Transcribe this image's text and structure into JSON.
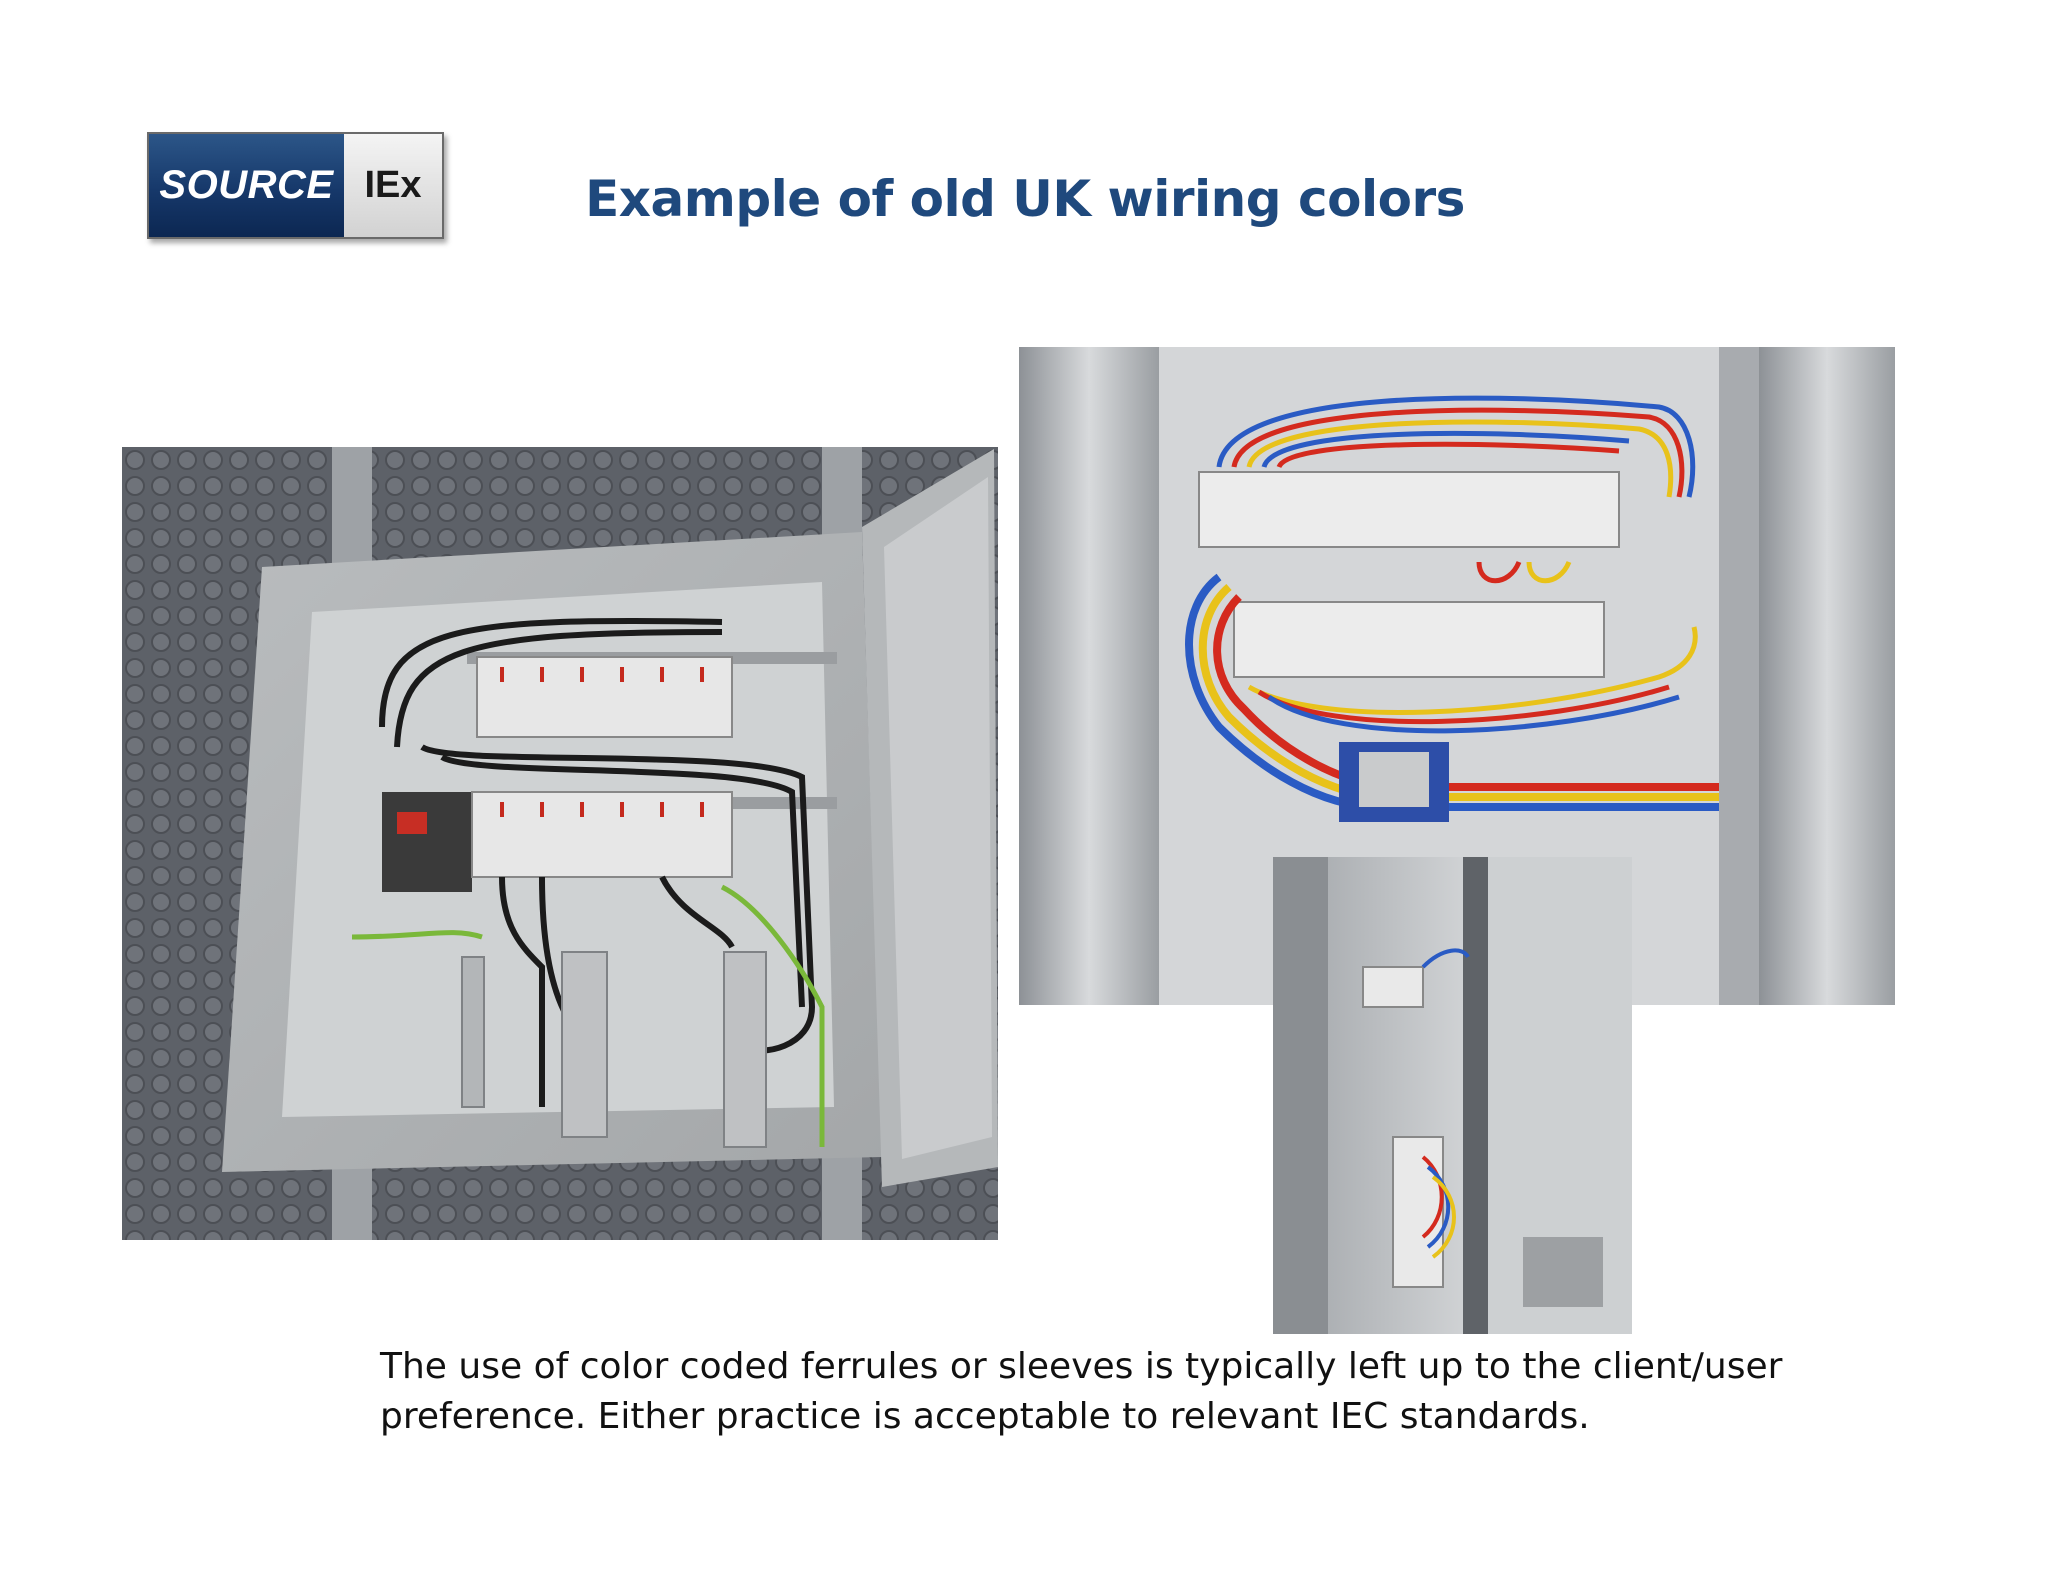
{
  "logo": {
    "left_text": "SOURCE",
    "right_text": "IEx"
  },
  "slide": {
    "title": "Example of old UK wiring colors",
    "caption_line1": "The use of color coded ferrules or sleeves is typically left up to the client/user",
    "caption_line2": "preference.  Either practice is acceptable to relevant IEC standards."
  },
  "colors": {
    "title": "#1f497d",
    "logo_blue": "#16386a",
    "wire_red": "#d42a1e",
    "wire_yellow": "#e8c21a",
    "wire_blue": "#2a5bc4",
    "wire_black": "#1b1b1b",
    "earth_green": "#7ab83a"
  }
}
